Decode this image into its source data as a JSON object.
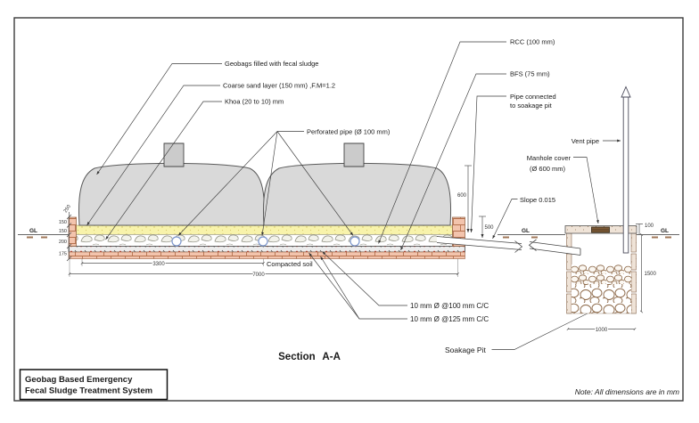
{
  "drawing": {
    "section_title": "Section A-A",
    "note": "Note: All dimensions are in mm",
    "title_block": {
      "line1": "Geobag Based Emergency",
      "line2": "Fecal Sludge Treatment System"
    },
    "gl_label": "GL",
    "callouts": {
      "geobags": "Geobags filled with fecal sludge",
      "coarse_sand": "Coarse sand layer (150 mm) ,F.M=1.2",
      "khoa": "Khoa (20 to 10) mm",
      "perforated_pipe": "Perforated pipe (Ø 100 mm)",
      "rcc": "RCC (100 mm)",
      "bfs": "BFS (75 mm)",
      "pipe_connected_line1": "Pipe connected",
      "pipe_connected_line2": "to soakage pit",
      "vent_pipe": "Vent pipe",
      "manhole_line1": "Manhole cover",
      "manhole_line2": "(Ø 600 mm)",
      "slope": "Slope 0.015",
      "rebar_top": "10 mm Ø @100 mm C/C",
      "rebar_bottom": "10 mm Ø @125 mm C/C",
      "compacted_soil": "Compacted soil",
      "soakage_pit": "Soakage Pit"
    },
    "dims": {
      "wall_top_rotated": "250",
      "freeboard_150": "150",
      "sand_150": "150",
      "khoa_200": "200",
      "slab_175": "175",
      "outlet_600": "600",
      "outlet_500": "500",
      "bed_3300": "3300",
      "bed_7000": "7000",
      "pit_100": "100",
      "pit_1500": "1500",
      "pit_1000": "1000"
    },
    "colors": {
      "geobag_fill": "#d9d9d9",
      "sand_fill": "#f8f3ab",
      "brick_fill": "#f3c4ad",
      "rebar_dot": "#d03a2a",
      "stone_outline": "#8a6544",
      "concrete_fill": "#efe3d7",
      "manhole_cover": "#7d5a36",
      "perforated_pipe_stroke": "#7c96cc"
    }
  }
}
